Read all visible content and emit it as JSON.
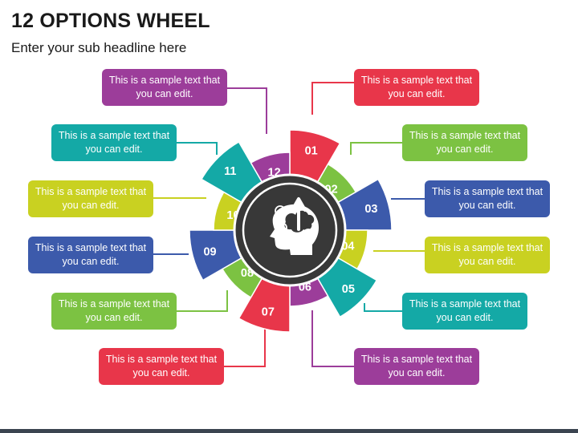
{
  "header": {
    "title": "12 OPTIONS WHEEL",
    "subtitle": "Enter your sub headline here"
  },
  "center": {
    "icon": "head-brain-icon"
  },
  "segments": [
    {
      "number": "01",
      "color": "#e8364a",
      "text": "This is a sample text that you can edit."
    },
    {
      "number": "02",
      "color": "#7cc242",
      "text": "This is a sample text that you can edit."
    },
    {
      "number": "03",
      "color": "#3c5aab",
      "text": "This is a sample text that you can edit."
    },
    {
      "number": "04",
      "color": "#c9d121",
      "text": "This is a sample text that you can edit."
    },
    {
      "number": "05",
      "color": "#14a9a6",
      "text": "This is a sample text that you can edit."
    },
    {
      "number": "06",
      "color": "#9c3d9a",
      "text": "This is a sample text that you can edit."
    },
    {
      "number": "07",
      "color": "#e8364a",
      "text": "This is a sample text that you can edit."
    },
    {
      "number": "08",
      "color": "#7cc242",
      "text": "This is a sample text that you can edit."
    },
    {
      "number": "09",
      "color": "#3c5aab",
      "text": "This is a sample text that you can edit."
    },
    {
      "number": "10",
      "color": "#c9d121",
      "text": "This is a sample text that you can edit."
    },
    {
      "number": "11",
      "color": "#14a9a6",
      "text": "This is a sample text that you can edit."
    },
    {
      "number": "12",
      "color": "#9c3d9a",
      "text": "This is a sample text that you can edit."
    }
  ],
  "colors": {
    "center_ring": "#383838",
    "center_border": "#ffffff",
    "icon": "#ffffff",
    "footer": "#3b4450"
  }
}
